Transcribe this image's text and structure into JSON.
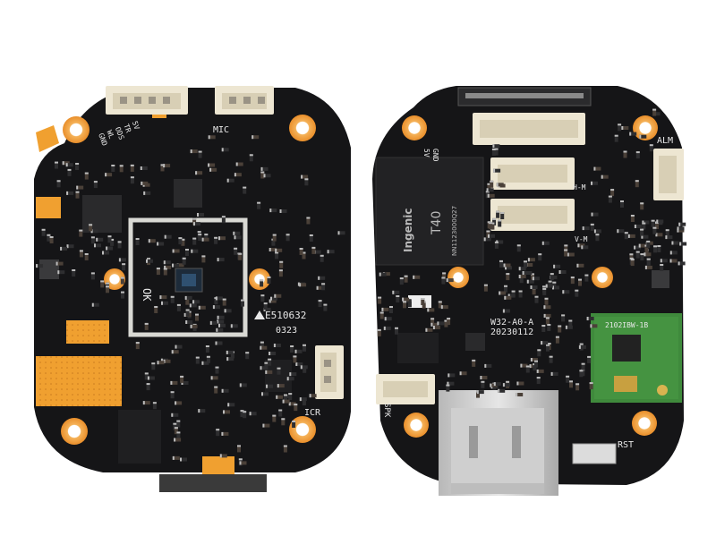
{
  "left_board": {
    "labels": {
      "mic": "MIC",
      "icr": "ICR",
      "cert": "E510632",
      "date_code": "0323",
      "ok": "OK",
      "side_pins": [
        "GND",
        "WL",
        "ODS",
        "TR",
        "5V"
      ]
    }
  },
  "right_board": {
    "labels": {
      "alm": "ALM",
      "rst": "RST",
      "spk": "SPK",
      "hm": "H-M",
      "vm": "V-M",
      "model": "W32-A0-A",
      "date": "20230112",
      "power_pins": [
        "5V",
        "GND"
      ]
    },
    "soc": {
      "brand": "Ingenic",
      "model": "T40",
      "code": "NN1123000Q27"
    },
    "wifi_module": {
      "code": "2102IBW-1B"
    }
  },
  "colors": {
    "pcb": "#151517",
    "pad_gold": "#f0a030",
    "connector": "#ede6d2",
    "wifi_green": "#3f8a3c",
    "silkscreen": "#e8e8e8"
  }
}
